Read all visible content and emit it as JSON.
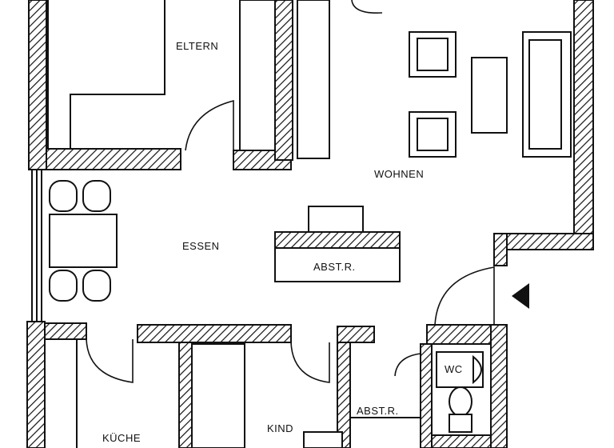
{
  "rooms": {
    "eltern": "ELTERN",
    "wohnen": "WOHNEN",
    "essen": "ESSEN",
    "abstr_main": "ABST.R.",
    "abstr_small": "ABST.R.",
    "wc": "WC",
    "kueche": "KÜCHE",
    "kind": "KIND"
  },
  "colors": {
    "ink": "#111111",
    "paper": "#ffffff"
  },
  "icons": {
    "entrance": "entrance-arrow-icon"
  }
}
